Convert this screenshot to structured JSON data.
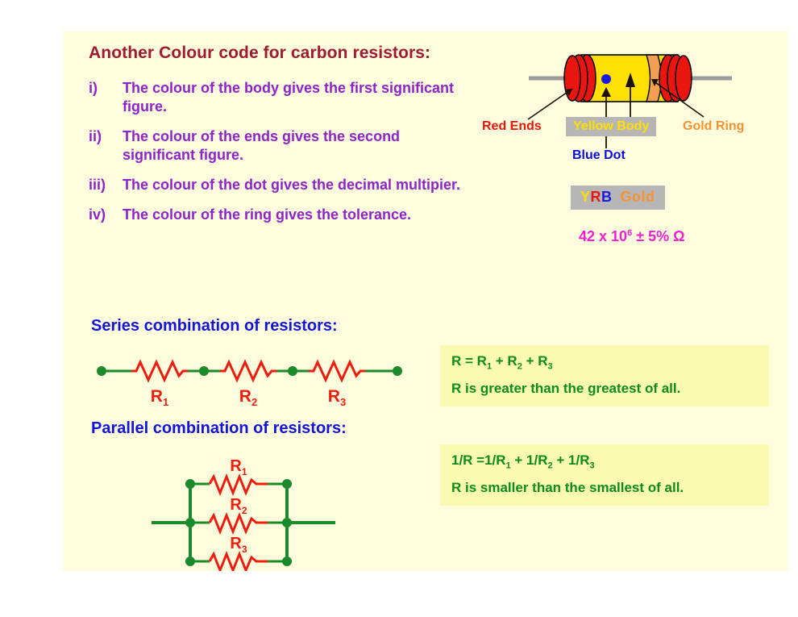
{
  "slide": {
    "title": "Another Colour code for carbon resistors:",
    "list": [
      {
        "marker": "i)",
        "text": "The colour of the body gives the first significant figure."
      },
      {
        "marker": "ii)",
        "text": "The colour of the ends gives the second significant figure."
      },
      {
        "marker": "iii)",
        "text": "The colour of the dot gives the decimal multipier."
      },
      {
        "marker": "iv)",
        "text": "The colour of the ring gives the tolerance."
      }
    ]
  },
  "resistor_figure": {
    "labels": {
      "red_ends": "Red Ends",
      "yellow_body": "Yellow Body",
      "gold_ring": "Gold Ring",
      "blue_dot": "Blue Dot"
    },
    "colors": {
      "ends": "#e8160f",
      "body": "#ffe000",
      "dot": "#1a1ae0",
      "ring": "#f0a050",
      "lead": "#9a9a9a",
      "outline": "#000000"
    }
  },
  "code_strip": {
    "letter_y": "Y",
    "letter_r": "R",
    "letter_b": "B",
    "gold": "Gold"
  },
  "value": {
    "mantissa": "42 x 10",
    "exponent": "6",
    "tolerance": " ± 5% Ω"
  },
  "series": {
    "heading": "Series combination of resistors:",
    "resistor_labels": [
      "R",
      "R",
      "R"
    ],
    "resistor_subs": [
      "1",
      "2",
      "3"
    ],
    "formula": {
      "line1_a": "R = R",
      "line1_s1": "1",
      "line1_b": " + R",
      "line1_s2": "2",
      "line1_c": " + R",
      "line1_s3": "3",
      "line2": "R is greater than the greatest of all."
    }
  },
  "parallel": {
    "heading": "Parallel combination of resistors:",
    "resistor_labels": [
      "R",
      "R",
      "R"
    ],
    "resistor_subs": [
      "1",
      "2",
      "3"
    ],
    "formula": {
      "line1_a": "1/R =1/R",
      "line1_s1": "1",
      "line1_b": " + 1/R",
      "line1_s2": "2",
      "line1_c": " + 1/R",
      "line1_s3": "3",
      "line2": "R is smaller than the smallest of all."
    }
  },
  "palette": {
    "page_background": "#ffffff",
    "slide_background": "#fdfcdd",
    "title": "#9e1b32",
    "list_text": "#8e24c8",
    "heading": "#1414d8",
    "formula_text": "#0f8a1e",
    "formula_background": "#fafab0",
    "wire": "#1a8a2a",
    "resistor_zigzag": "#e8160f",
    "value_text": "#ee21cc",
    "strip_background": "#b6b6b6"
  }
}
